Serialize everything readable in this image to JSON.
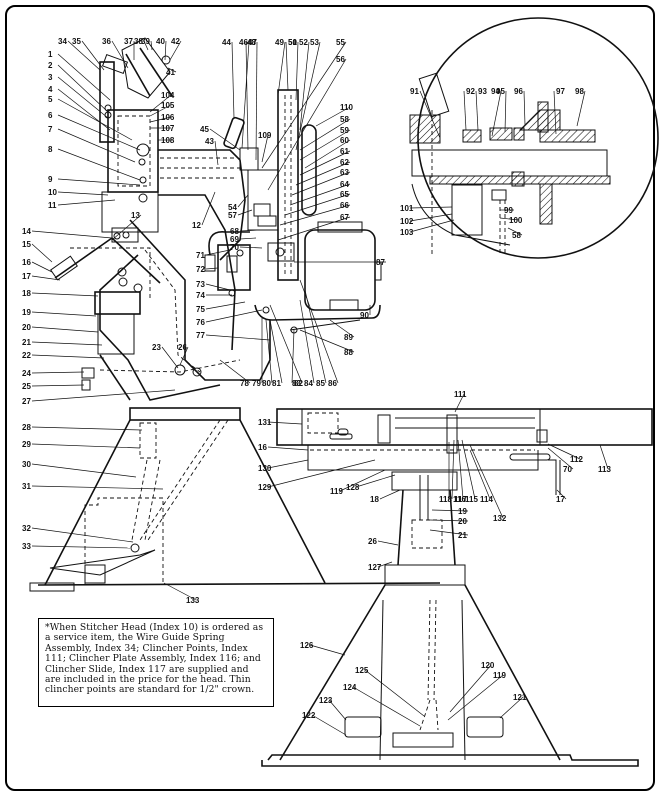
{
  "document": {
    "type": "exploded parts diagram",
    "subject": "Stitcher machine assembly with pedestal, motor and clincher"
  },
  "note": {
    "text": "*When Stitcher Head (Index 10) is ordered as a service item, the Wire Guide Spring Assembly, Index 34; Clincher Points, Index 111; Clincher Plate Assembly, Index 116; and Clincher Slide, Index 117 are supplied and are included in the price for the head. Thin clincher points are standard for 1/2\" crown."
  },
  "callouts": {
    "head_left": [
      "1",
      "2",
      "3",
      "4",
      "5",
      "6",
      "7",
      "8",
      "9",
      "10",
      "11"
    ],
    "head_top": [
      "34",
      "35",
      "36",
      "37",
      "38",
      "39",
      "40",
      "42",
      "41"
    ],
    "head_right": [
      "104",
      "105",
      "106",
      "107",
      "108"
    ],
    "upper_mid_top": [
      "44",
      "46",
      "47",
      "48",
      "49",
      "50",
      "51",
      "52",
      "53",
      "55",
      "56"
    ],
    "upper_mid_left": [
      "45",
      "43",
      "109",
      "54",
      "57",
      "12",
      "13",
      "68",
      "69",
      "70"
    ],
    "column_right": [
      "110",
      "58",
      "59",
      "60",
      "61",
      "62",
      "63",
      "64",
      "65",
      "66",
      "67"
    ],
    "motor": [
      "87",
      "90",
      "89",
      "88"
    ],
    "control_box": [
      "71",
      "72",
      "73",
      "74",
      "75",
      "76",
      "77"
    ],
    "lower_bottom_row": [
      "78",
      "79",
      "80",
      "81",
      "82",
      "83",
      "84",
      "85",
      "86"
    ],
    "frame_left": [
      "14",
      "15",
      "16",
      "17",
      "18",
      "19",
      "20",
      "21",
      "22",
      "24",
      "25",
      "27",
      "23",
      "26"
    ],
    "pedestal_left": [
      "28",
      "29",
      "30",
      "31",
      "32",
      "33",
      "133"
    ],
    "detail_top": [
      "91",
      "92",
      "93",
      "94",
      "95",
      "96",
      "97",
      "98"
    ],
    "detail_bottom": [
      "101",
      "102",
      "103",
      "99",
      "100",
      "58"
    ],
    "clincher_table": [
      "111",
      "131",
      "16",
      "130",
      "129",
      "119",
      "128",
      "18",
      "118",
      "117",
      "116",
      "115",
      "114",
      "132",
      "112",
      "70",
      "113",
      "17"
    ],
    "pedestal_right": [
      "19",
      "20",
      "21",
      "26",
      "127"
    ],
    "base": [
      "126",
      "125",
      "124",
      "123",
      "122",
      "120",
      "119",
      "121"
    ]
  }
}
